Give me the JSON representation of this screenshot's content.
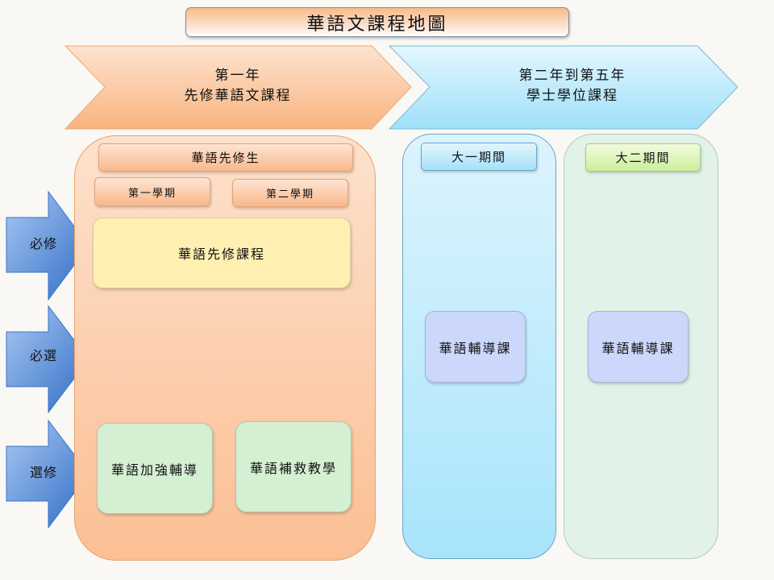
{
  "title": "華語文課程地圖",
  "phases": [
    {
      "line1": "第一年",
      "line2": "先修華語文課程"
    },
    {
      "line1": "第二年到第五年",
      "line2": "學士學位課程"
    }
  ],
  "year1": {
    "header": "華語先修生",
    "semesters": [
      "第一學期",
      "第二學期"
    ],
    "required_course": "華語先修課程",
    "elective_courses": [
      "華語加強輔導",
      "華語補救教學"
    ]
  },
  "later_years": [
    {
      "header": "大一期間",
      "course": "華語輔導課"
    },
    {
      "header": "大二期間",
      "course": "華語輔導課"
    }
  ],
  "row_labels": [
    "必修",
    "必選",
    "選修"
  ],
  "colors": {
    "orange": "#fbbf94",
    "blue": "#a8e4fb",
    "green": "#e1f3e8",
    "arrow": "#4a86d8"
  }
}
